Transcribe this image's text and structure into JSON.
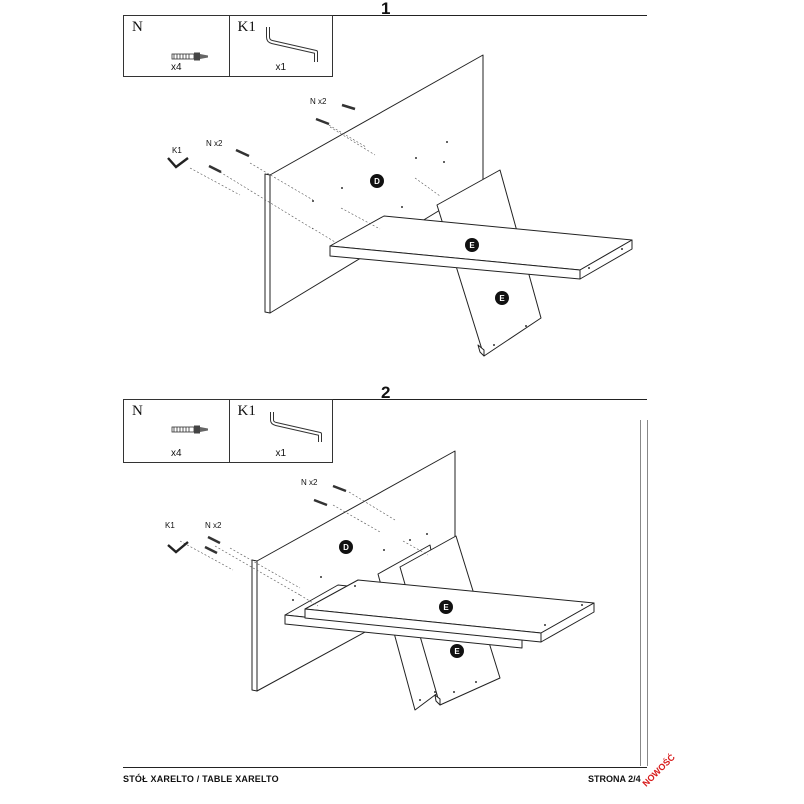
{
  "steps": [
    {
      "number": "1",
      "parts": [
        {
          "code": "N",
          "qty": "x4",
          "icon": "screw-icon"
        },
        {
          "code": "K1",
          "qty": "x1",
          "icon": "allen-key-icon"
        }
      ],
      "callouts": {
        "n_top": "N x2",
        "n_left": "N x2",
        "key": "K1"
      },
      "panels": {
        "back": "D",
        "shelf": "E",
        "leg": "E"
      }
    },
    {
      "number": "2",
      "parts": [
        {
          "code": "N",
          "qty": "x4",
          "icon": "screw-icon"
        },
        {
          "code": "K1",
          "qty": "x1",
          "icon": "allen-key-icon"
        }
      ],
      "callouts": {
        "n_top": "N x2",
        "n_left": "N x2",
        "key": "K1"
      },
      "panels": {
        "back": "D",
        "shelf": "E",
        "leg": "E"
      }
    }
  ],
  "footer": {
    "left": "STÓŁ XARELTO / TABLE XARELTO",
    "right": "STRONA 2/4",
    "badge": "NOWOŚĆ"
  },
  "colors": {
    "line": "#222222",
    "badge": "#d81b1b"
  }
}
